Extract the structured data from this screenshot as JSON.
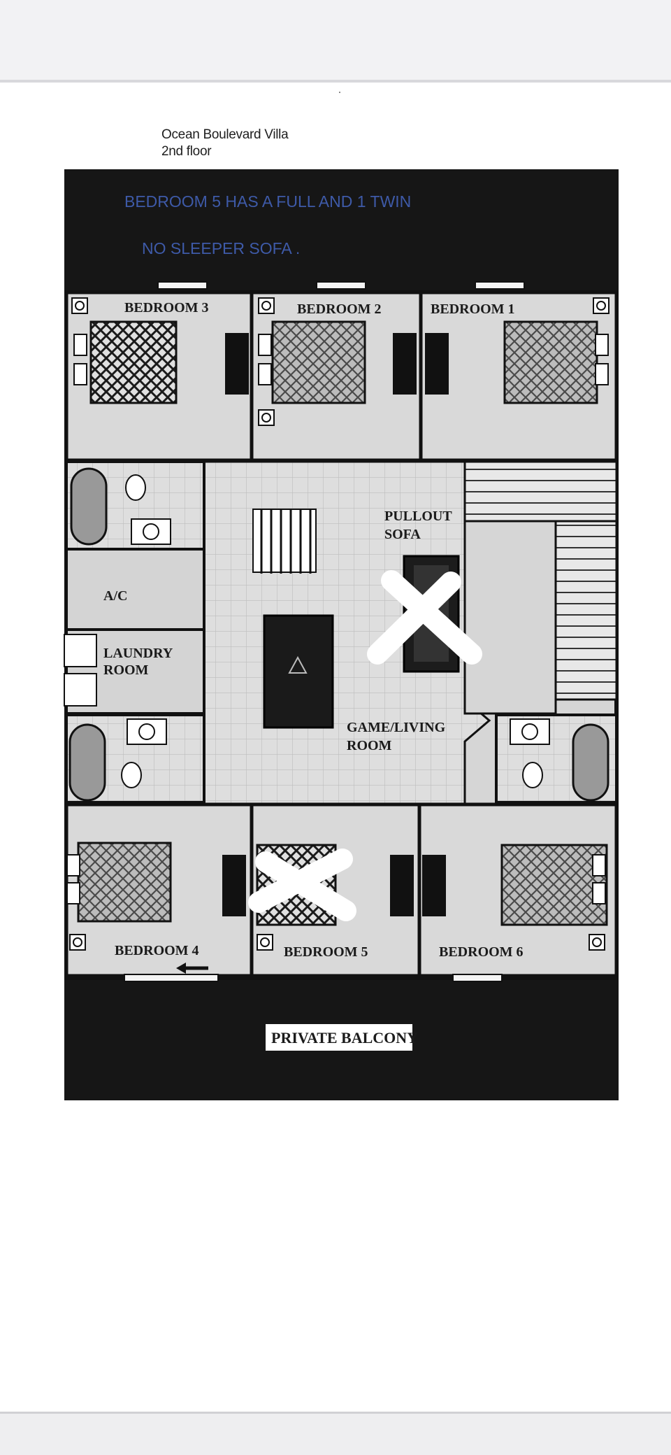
{
  "header": {
    "title": "Ocean Boulevard Villa",
    "subtitle": "2nd floor"
  },
  "notes": {
    "line1": "BEDROOM 5 HAS A FULL AND 1 TWIN",
    "line2": "NO SLEEPER SOFA ."
  },
  "rooms": {
    "bedroom1": "BEDROOM 1",
    "bedroom2": "BEDROOM 2",
    "bedroom3": "BEDROOM 3",
    "bedroom4": "BEDROOM 4",
    "bedroom5": "BEDROOM 5",
    "bedroom6": "BEDROOM 6",
    "ac": "A/C",
    "laundry_line1": "LAUNDRY",
    "laundry_line2": "ROOM",
    "game_line1": "GAME/LIVING",
    "game_line2": "ROOM",
    "sofa_line1": "PULLOUT",
    "sofa_line2": "SOFA",
    "balcony": "PRIVATE BALCONY"
  },
  "colors": {
    "note_text": "#3e5aa8",
    "wall": "#111111",
    "floor": "#d9d9d9",
    "dark_area": "#161616"
  }
}
